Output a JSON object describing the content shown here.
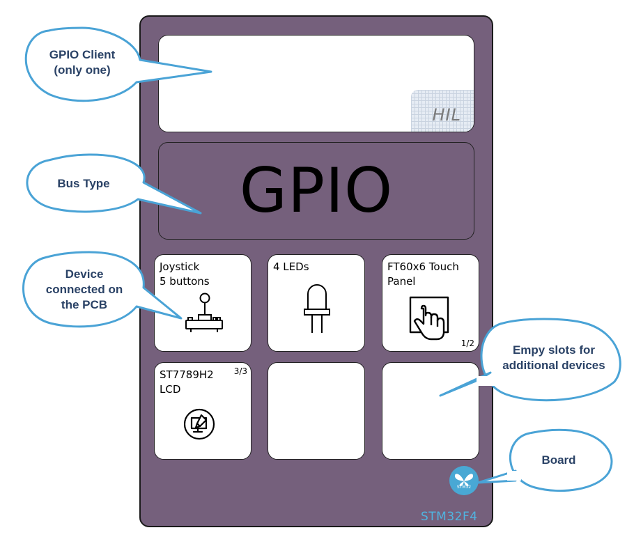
{
  "client_slot": {
    "tag": "HIL"
  },
  "bus": {
    "type": "GPIO"
  },
  "devices": [
    {
      "label": "Joystick\n5 buttons",
      "index": "",
      "icon": "joystick-icon"
    },
    {
      "label": "4 LEDs",
      "index": "",
      "icon": "led-icon"
    },
    {
      "label": "FT60x6 Touch\nPanel",
      "index": "1/2",
      "icon": "touch-panel-icon"
    },
    {
      "label": "ST7789H2\nLCD",
      "index": "3/3",
      "icon": "lcd-icon"
    },
    {
      "label": "",
      "index": "",
      "icon": ""
    },
    {
      "label": "",
      "index": "",
      "icon": ""
    }
  ],
  "board": {
    "name": "STM32F4",
    "logo_text": "STM32",
    "logo_icon": "butterfly-icon"
  },
  "callouts": {
    "client": "GPIO Client\n(only one)",
    "bus": "Bus Type",
    "device": "Device\nconnected on\nthe PCB",
    "empty": "Empy slots for\nadditional devices",
    "board": "Board"
  },
  "colors": {
    "board": "#75607c",
    "callout_fill": "#ffffff",
    "callout_stroke": "#4aa3d6",
    "callout_text": "#2a4266",
    "board_name": "#50b4e0"
  }
}
